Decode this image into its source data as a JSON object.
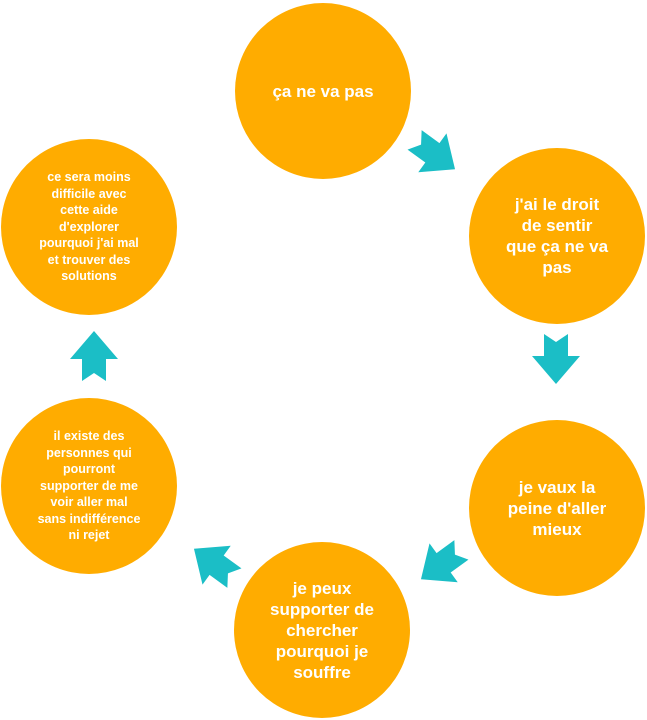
{
  "colors": {
    "node": "#FFAC00",
    "arrow": "#1BBEC6",
    "text": "#FFFFFF"
  },
  "cycle": {
    "nodes": [
      {
        "text": "ça ne va pas"
      },
      {
        "text": "j'ai le droit\nde sentir\nque ça ne va\npas"
      },
      {
        "text": "je vaux la\npeine d'aller\nmieux"
      },
      {
        "text": "je peux\nsupporter de\nchercher\npourquoi je\nsouffre"
      },
      {
        "text": "il existe des\npersonnes qui\npourront\nsupporter de me\nvoir aller mal\nsans indifférence\nni rejet"
      },
      {
        "text": "ce sera moins\ndifficile avec\ncette aide\nd'explorer\npourquoi j'ai mal\net trouver des\nsolutions"
      }
    ],
    "arrow_icon": "chevron-arrow-icon"
  }
}
